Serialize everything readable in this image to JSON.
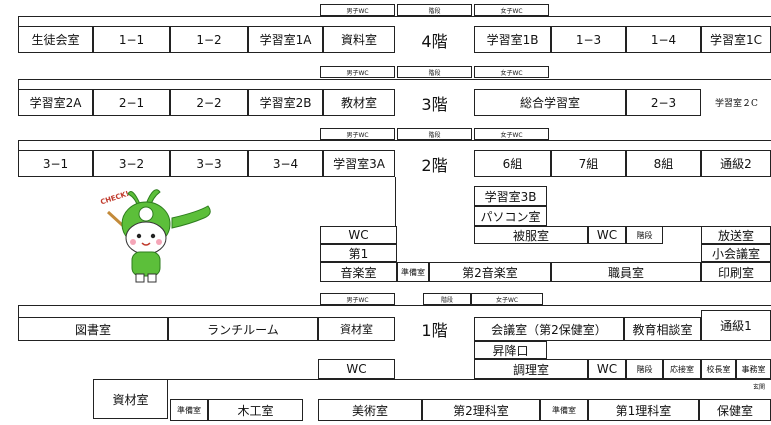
{
  "map": {
    "floor4": {
      "label": "4階",
      "top": {
        "male_wc": "男子WC",
        "stairs": "階段",
        "female_wc": "女子WC"
      },
      "rooms": [
        "生徒会室",
        "1−1",
        "1−2",
        "学習室1A",
        "資料室",
        "学習室1B",
        "1−3",
        "1−4",
        "学習室1C"
      ]
    },
    "floor3": {
      "label": "3階",
      "top": {
        "male_wc": "男子WC",
        "stairs": "階段",
        "female_wc": "女子WC"
      },
      "rooms": [
        "学習室2A",
        "2−1",
        "2−2",
        "学習室2B",
        "教材室",
        "総合学習室",
        "2−3",
        "学習室２C"
      ]
    },
    "floor2": {
      "label": "2階",
      "top": {
        "male_wc": "男子WC",
        "stairs": "階段",
        "female_wc": "女子WC"
      },
      "rooms": [
        "3−1",
        "3−2",
        "3−3",
        "3−4",
        "学習室3A",
        "6組",
        "7組",
        "8組",
        "通級2"
      ],
      "wing": {
        "study3b": "学習室3B",
        "pc_room": "パソコン室",
        "hifuku": "被服室",
        "wc_right": "WC",
        "stairs": "階段",
        "hoso": "放送室",
        "shokaigi": "小会議室",
        "insatsu": "印刷室",
        "wc_left": "WC",
        "music1_a": "第1",
        "music1_b": "音楽室",
        "junbi": "準備室",
        "music2": "第2音楽室",
        "staff": "職員室"
      }
    },
    "floor1": {
      "label": "1階",
      "top": {
        "male_wc": "男子WC",
        "stairs": "階段",
        "female_wc": "女子WC"
      },
      "rooms": [
        "図書室",
        "ランチルーム",
        "資材室",
        "会議室（第2保健室）",
        "教育相談室",
        "通級1"
      ],
      "elevator": "昇降口",
      "wc_left": "WC",
      "kitchen": "調理室",
      "wc_right": "WC",
      "stairs": "階段",
      "oshusitsu": "応接室",
      "kochoshitsu": "校長室",
      "jimushitsu": "事務室",
      "genkan": "玄関",
      "bottom": [
        "資材室",
        "準備室",
        "木工室",
        "美術室",
        "第2理科室",
        "準備室",
        "第1理科室",
        "保健室"
      ]
    },
    "mascot": {
      "check_text": "CHECK!"
    }
  },
  "colors": {
    "mascot_green": "#5cbf3a",
    "line": "#222222"
  }
}
